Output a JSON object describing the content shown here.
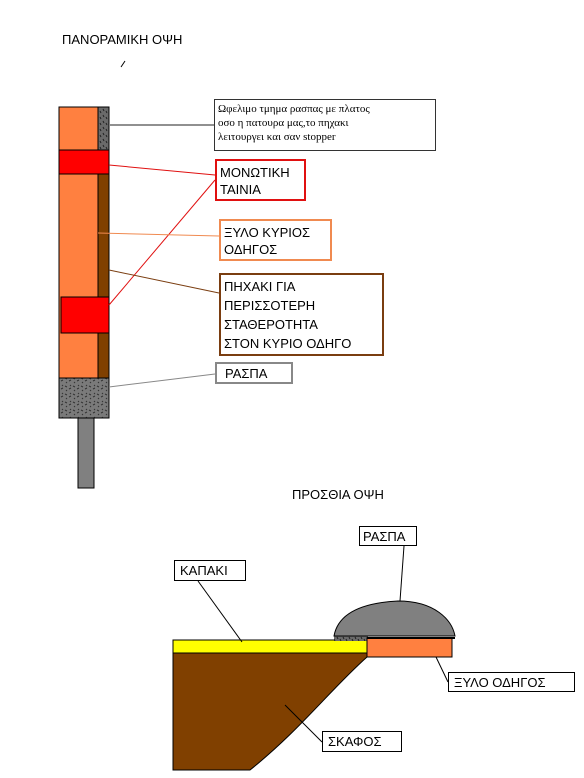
{
  "top_view": {
    "title": "ΠΑΝΟΡΑΜΙΚΗ ΟΨΗ",
    "note_lines": [
      "Ωφελιμο τμημα ρασπας με πλατος",
      "οσο η πατουρα μας,το πηχακι",
      "λειτουργει και σαν stopper"
    ],
    "tape_lines": [
      "ΜΟΝΩΤΙΚΗ",
      "ΤΑΙΝΙΑ"
    ],
    "wood_guide_lines": [
      "ΞΥΛΟ ΚΥΡΙΟΣ",
      "ΟΔΗΓΟΣ"
    ],
    "clay_lines": [
      "ΠΗΧΑΚΙ ΓΙΑ",
      "ΠΕΡΙΣΣΟΤΕΡΗ",
      "ΣΤΑΘΕΡΟΤΗΤΑ",
      "ΣΤΟΝ ΚΥΡΙΟ ΟΔΗΓΟ"
    ],
    "rasp_label": "ΡΑΣΠΑ"
  },
  "front_view": {
    "title": "ΠΡΟΣΘΙΑ ΟΨΗ",
    "rasp_label": "ΡΑΣΠΑ",
    "lid_label": "ΚΑΠΑΚΙ",
    "wood_guide_label": "ΞΥΛΟ ΟΔΗΓΟΣ",
    "hull_label": "ΣΚΑΦΟΣ"
  },
  "colors": {
    "wood_orange": "#ff8040",
    "brown": "#804000",
    "tape_red": "#ff0000",
    "rasp_gray": "#808080",
    "lid_yellow": "#ffff00",
    "tape_outline": "#e01010",
    "wood_outline": "#f08a50",
    "clay_outline": "#7a3d10",
    "rasp_outline": "#888888"
  }
}
